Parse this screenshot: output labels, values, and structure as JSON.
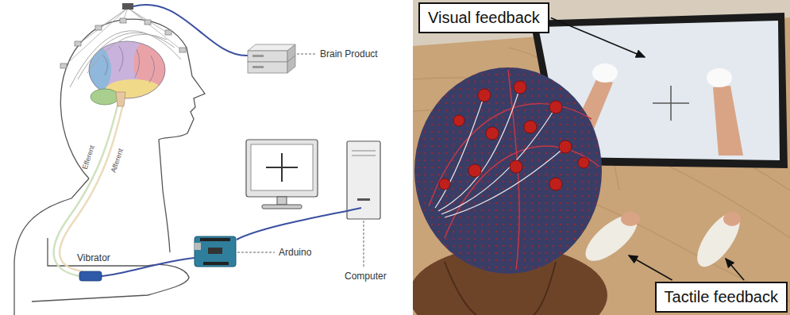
{
  "diagram": {
    "nodes": [
      {
        "text": [
          "Visual feedback"
        ]
      },
      {
        "text": [
          "Tactile feedback"
        ]
      }
    ],
    "labels": [
      "Brain Product",
      "Efferent",
      "Afferent",
      "Vibrator",
      "Arduino",
      "Computer"
    ]
  }
}
